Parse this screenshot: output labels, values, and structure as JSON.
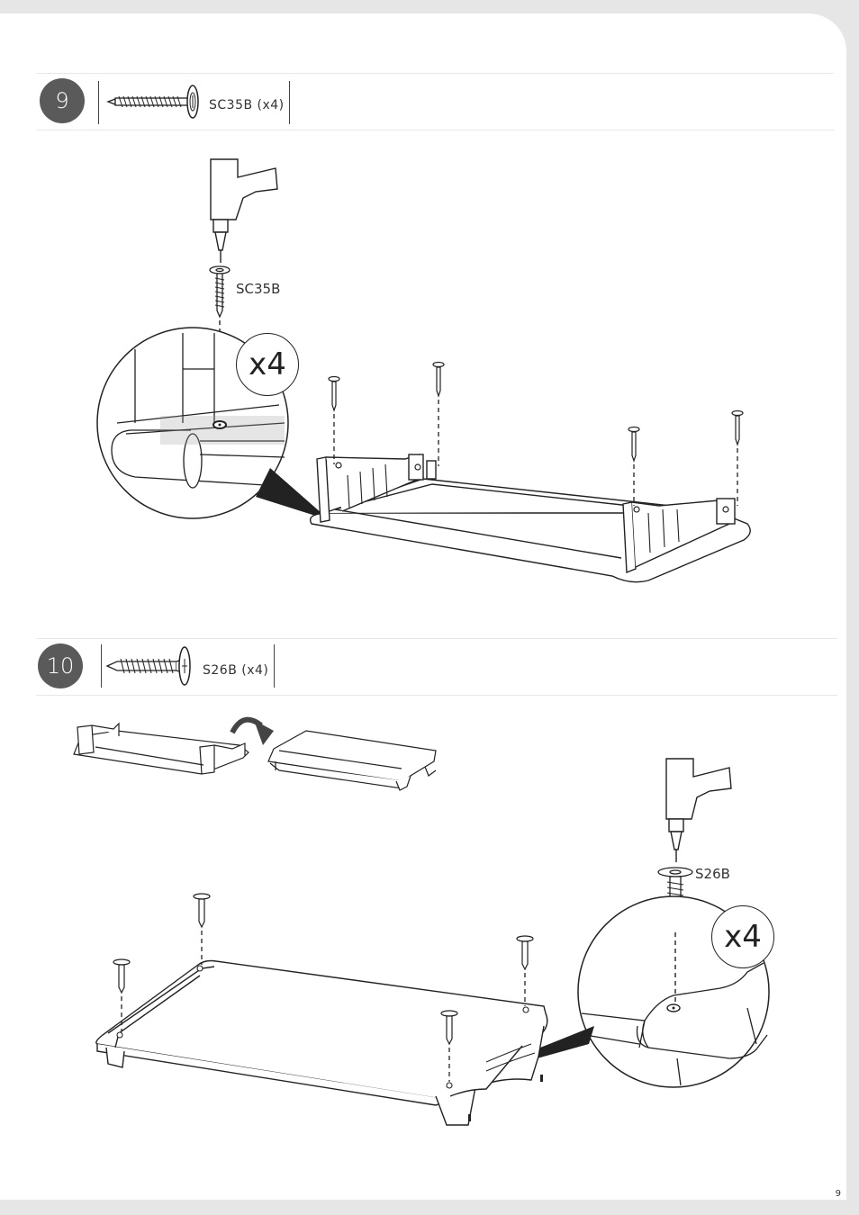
{
  "steps": [
    {
      "number": "9",
      "part_label": "SC35B (x4)",
      "callout_label": "SC35B",
      "quantity_badge": "x4",
      "icons": [
        "self-tapping-screw-icon",
        "power-drill-icon",
        "screw-icon"
      ]
    },
    {
      "number": "10",
      "part_label": "S26B (x4)",
      "callout_label": "S26B",
      "quantity_badge": "x4",
      "icons": [
        "wood-screw-icon",
        "power-drill-icon",
        "flip-arrow-icon"
      ]
    }
  ],
  "page_number": "9",
  "colors": {
    "badge_fill": "#5a5a5a",
    "line": "#222222",
    "page_background": "#ffffff",
    "margin": "#e6e6e6"
  }
}
